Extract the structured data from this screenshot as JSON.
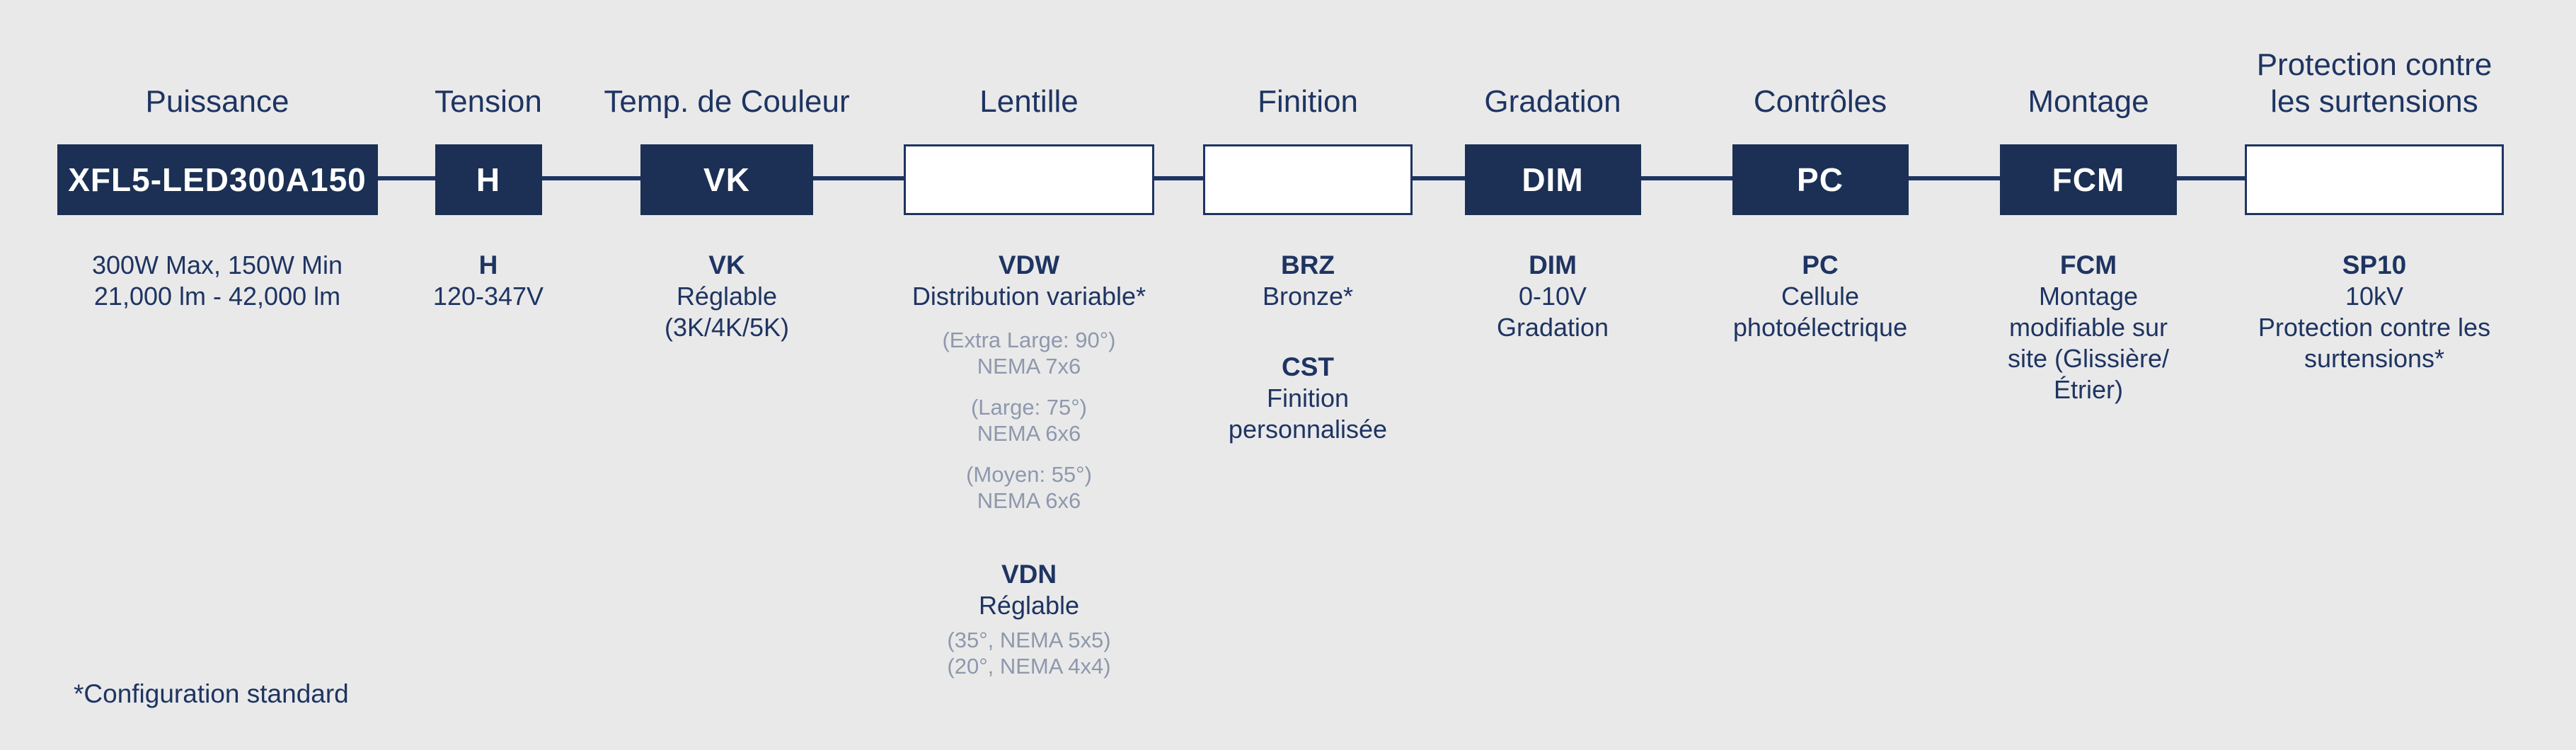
{
  "background": "#e9e9e9",
  "colors": {
    "navy_box": "#1b3054",
    "navy_text": "#1e3462",
    "muted_text": "#8e98ad",
    "box_code_text": "#ffffff"
  },
  "footnote": "*Configuration standard",
  "columns": {
    "puissance": {
      "header": "Puissance",
      "code": "XFL5-LED300A150",
      "lines": [
        "300W Max, 150W Min",
        "21,000 lm - 42,000 lm"
      ]
    },
    "tension": {
      "header": "Tension",
      "code": "H",
      "option_code": "H",
      "lines": [
        "120-347V"
      ]
    },
    "temp_couleur": {
      "header": "Temp. de Couleur",
      "code": "VK",
      "option_code": "VK",
      "lines": [
        "Réglable",
        "(3K/4K/5K)"
      ]
    },
    "lentille": {
      "header": "Lentille",
      "options": [
        {
          "code": "VDW",
          "desc": "Distribution variable*",
          "notes": [
            [
              "(Extra Large: 90°)",
              "NEMA 7x6"
            ],
            [
              "(Large: 75°)",
              "NEMA 6x6"
            ],
            [
              "(Moyen: 55°)",
              "NEMA 6x6"
            ]
          ]
        },
        {
          "code": "VDN",
          "desc": "Réglable",
          "notes": [
            [
              "(35°, NEMA 5x5)",
              "(20°, NEMA 4x4)"
            ]
          ]
        }
      ]
    },
    "finition": {
      "header": "Finition",
      "options": [
        {
          "code": "BRZ",
          "desc_lines": [
            "Bronze*"
          ]
        },
        {
          "code": "CST",
          "desc_lines": [
            "Finition",
            "personnalisée"
          ]
        }
      ]
    },
    "gradation": {
      "header": "Gradation",
      "code": "DIM",
      "option_code": "DIM",
      "lines": [
        "0-10V",
        "Gradation"
      ]
    },
    "controles": {
      "header": "Contrôles",
      "code": "PC",
      "option_code": "PC",
      "lines": [
        "Cellule",
        "photoélectrique"
      ]
    },
    "montage": {
      "header": "Montage",
      "code": "FCM",
      "option_code": "FCM",
      "lines": [
        "Montage",
        "modifiable sur",
        "site (Glissière/",
        "Étrier)"
      ]
    },
    "surtensions": {
      "header_lines": [
        "Protection contre",
        "les surtensions"
      ],
      "option_code": "SP10",
      "lines": [
        "10kV",
        "Protection contre les",
        "surtensions*"
      ]
    }
  }
}
